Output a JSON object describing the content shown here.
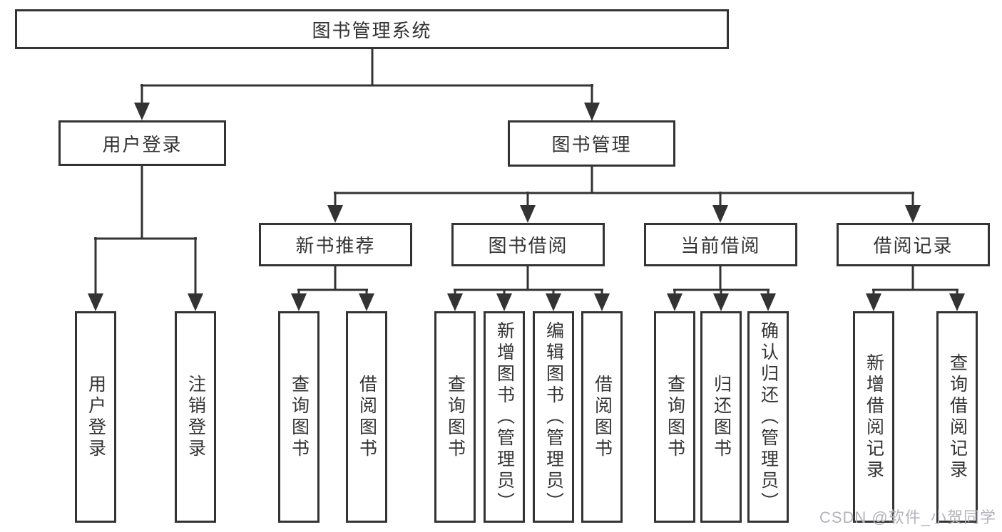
{
  "diagram": {
    "root": {
      "label": "图书管理系统"
    },
    "level2": [
      {
        "label": "用户登录"
      },
      {
        "label": "图书管理"
      }
    ],
    "level3": [
      {
        "label": "新书推荐"
      },
      {
        "label": "图书借阅"
      },
      {
        "label": "当前借阅"
      },
      {
        "label": "借阅记录"
      }
    ],
    "leaves": {
      "user_login": [
        "用户登录",
        "注销登录"
      ],
      "new_books": [
        "查询图书",
        "借阅图书"
      ],
      "book_borrowing": [
        "查询图书",
        "新增图书（管理员）",
        "编辑图书（管理员）",
        "借阅图书"
      ],
      "current_borrowing": [
        "查询图书",
        "归还图书",
        "确认归还（管理员）"
      ],
      "borrowing_records": [
        "新增借阅记录",
        "查询借阅记录"
      ]
    },
    "watermark": "CSDN @软件_小贺同学",
    "colors": {
      "line": "#333333",
      "box_border": "#333333",
      "text": "#333333",
      "watermark": "#b3b3bb",
      "background": "#ffffff"
    }
  }
}
